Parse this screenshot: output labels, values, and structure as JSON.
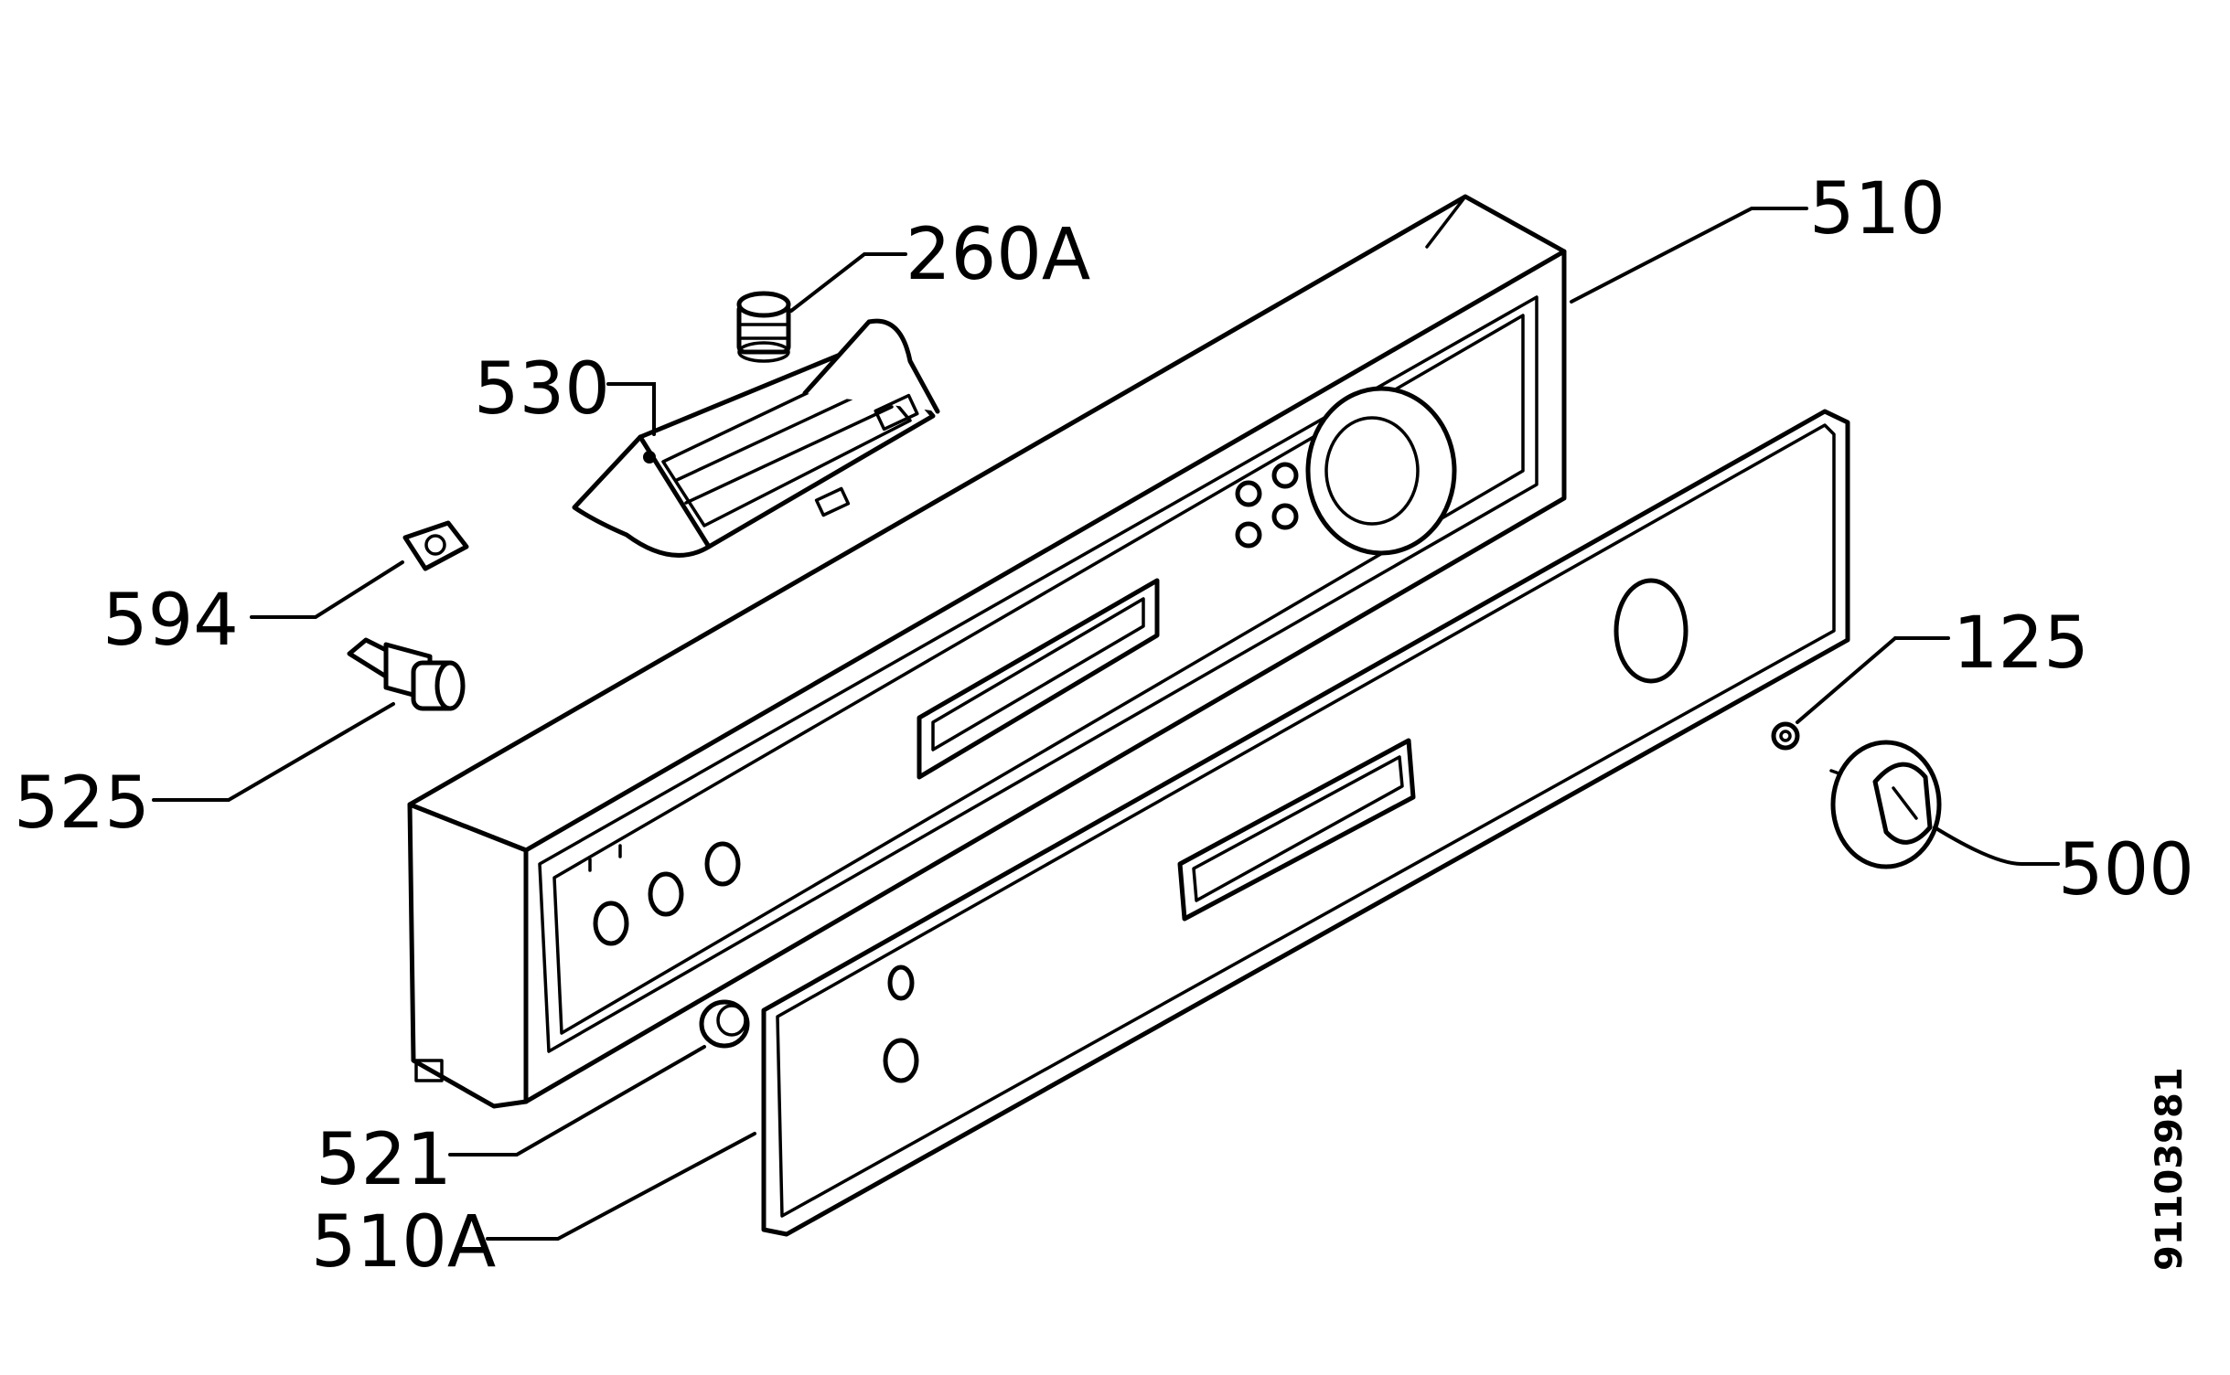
{
  "callouts": {
    "p260a": "260A",
    "p510": "510",
    "p530": "530",
    "p594": "594",
    "p125": "125",
    "p525": "525",
    "p500": "500",
    "p521": "521",
    "p510a": "510A"
  },
  "sheet_code": "91103981",
  "colors": {
    "ink": "#000000",
    "paper": "#ffffff"
  }
}
